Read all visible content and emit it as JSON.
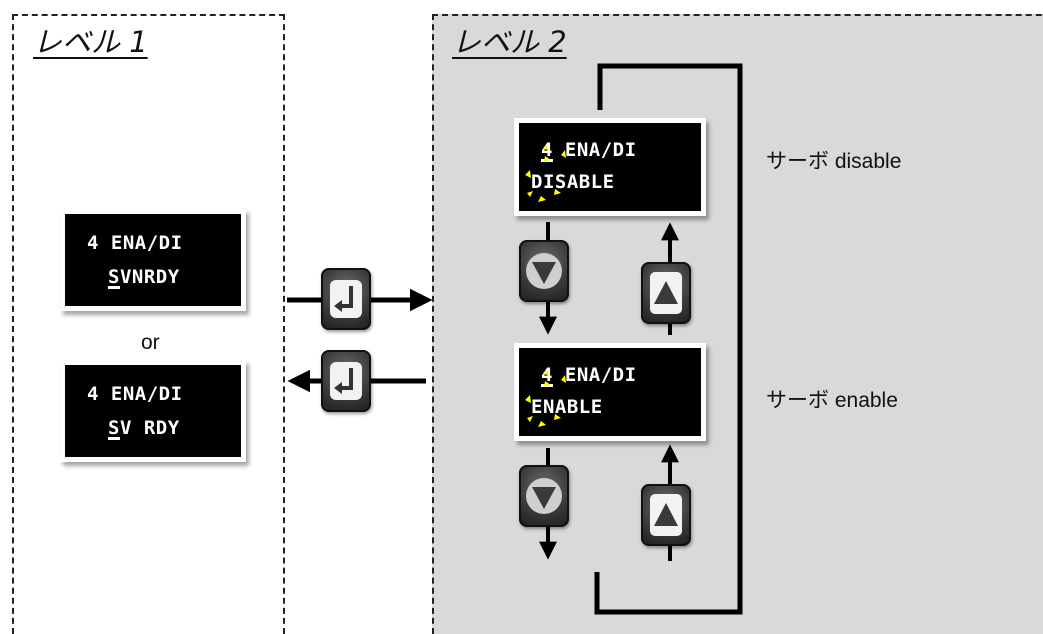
{
  "level1": {
    "title": "レベル 1",
    "display_a": {
      "line1": "4 ENA/DI",
      "line2_cursor": "S",
      "line2_rest": "VNRDY"
    },
    "or_label": "or",
    "display_b": {
      "line1": "4 ENA/DI",
      "line2_cursor": "S",
      "line2_rest": "V RDY"
    }
  },
  "level2": {
    "title": "レベル 2",
    "display_disable": {
      "line1_cursor": "4",
      "line1_rest": " ENA/DI",
      "line2_cursor": "D",
      "line2_rest": "ISABLE"
    },
    "label_disable": "サーボ  disable",
    "display_enable": {
      "line1_cursor": "4",
      "line1_rest": " ENA/DI",
      "line2_cursor": "E",
      "line2_rest": "NABLE"
    },
    "label_enable": "サーボ  enable"
  },
  "keys": {
    "enter_icon": "enter-icon",
    "down_icon": "down-triangle-icon",
    "up_icon": "up-triangle-icon"
  },
  "colors": {
    "panel2_bg": "#d9d9d9",
    "blink_marks": "#ffff00",
    "lcd_bg": "#000000"
  }
}
